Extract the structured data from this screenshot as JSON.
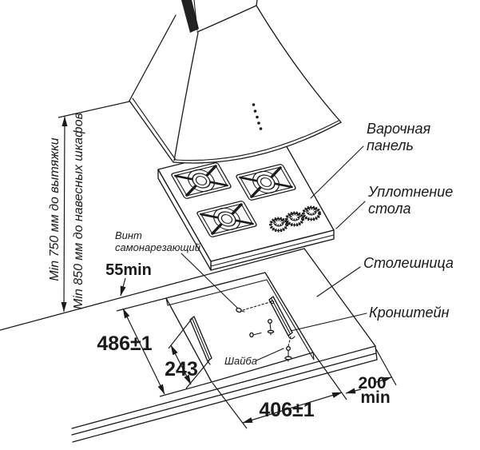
{
  "figure": {
    "background": "#ffffff",
    "line_color": "#1a1a1a",
    "vent_hatch_color": "#222222"
  },
  "vertical_dimension": {
    "to_hood": "Min 750 мм до вытяжки",
    "to_cabinets": "Min 850 мм до навесных шкафов"
  },
  "part_labels": {
    "hob": {
      "line1": "Варочная",
      "line2": "панель"
    },
    "seal": {
      "line1": "Уплотнение",
      "line2": "стола"
    },
    "countertop": "Столешница",
    "bracket": "Кронштейн",
    "washer": "Шайба",
    "screw": {
      "line1": "Винт",
      "line2": "самонарезающий"
    }
  },
  "dimensions": {
    "edge_clearance": "55min",
    "cutout_depth": "486±1",
    "bracket_span": "243",
    "cutout_width": "406±1",
    "side_clearance_value": "200",
    "side_clearance_unit": "min"
  }
}
